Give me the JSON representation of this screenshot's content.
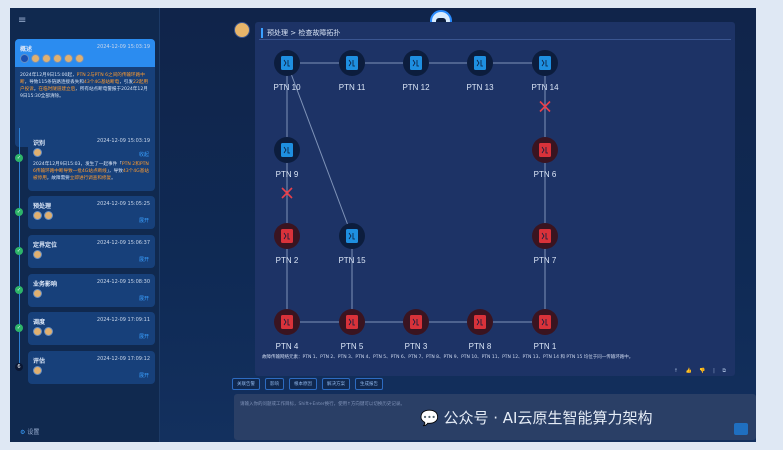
{
  "sidebar": {
    "menu_icon": "hamburger-icon",
    "overview": {
      "title": "概述",
      "time": "2024-12-09 15:03:19",
      "text": [
        "2024年12月9日15:00起，",
        "PTN 2与PTN 6之间的传输环路中断",
        "，导致115条链路连接丢失和",
        "43个4G基站断电",
        "，引发",
        "22起用户投诉",
        "。",
        "在临时隧道建立后",
        "，所有站点断电警报于2024年12月9日15:30全部清除。"
      ]
    },
    "steps": [
      {
        "title": "识别",
        "time": "2024-12-09 15:03:19",
        "action": "收起",
        "text": [
          "2024年12月9日15:03，发生了一起事件「",
          "PTN 2和PTN 6传输环路中断导致一批4G站点断线",
          "」，导致",
          "43个4G基站被停用",
          "，故障需要",
          "立即进行调查和修复",
          "。"
        ]
      },
      {
        "title": "预处理",
        "time": "2024-12-09 15:05:25",
        "action": "展开"
      },
      {
        "title": "定界定位",
        "time": "2024-12-09 15:06:37",
        "action": "展开"
      },
      {
        "title": "业务影响",
        "time": "2024-12-09 15:08:30",
        "action": "展开"
      },
      {
        "title": "调度",
        "time": "2024-12-09 17:09:11",
        "action": "展开"
      },
      {
        "title": "评估",
        "time": "2024-12-09 17:09:12",
        "action": "展开",
        "step_number": "6"
      }
    ],
    "footer": "设置"
  },
  "panel": {
    "breadcrumb": "预处理 > 检查故障拓扑",
    "nodes": [
      {
        "id": "PTN 10",
        "status": "normal"
      },
      {
        "id": "PTN 11",
        "status": "normal"
      },
      {
        "id": "PTN 12",
        "status": "normal"
      },
      {
        "id": "PTN 13",
        "status": "normal"
      },
      {
        "id": "PTN 14",
        "status": "normal"
      },
      {
        "id": "PTN 9",
        "status": "normal"
      },
      {
        "id": "PTN 6",
        "status": "fault"
      },
      {
        "id": "PTN 2",
        "status": "fault"
      },
      {
        "id": "PTN 15",
        "status": "normal"
      },
      {
        "id": "PTN 7",
        "status": "fault"
      },
      {
        "id": "PTN 4",
        "status": "fault"
      },
      {
        "id": "PTN 5",
        "status": "fault"
      },
      {
        "id": "PTN 3",
        "status": "fault"
      },
      {
        "id": "PTN 8",
        "status": "fault"
      },
      {
        "id": "PTN 1",
        "status": "fault"
      }
    ],
    "links": [
      [
        "PTN 10",
        "PTN 11"
      ],
      [
        "PTN 11",
        "PTN 12"
      ],
      [
        "PTN 12",
        "PTN 13"
      ],
      [
        "PTN 13",
        "PTN 14"
      ],
      [
        "PTN 10",
        "PTN 9"
      ],
      [
        "PTN 14",
        "PTN 6",
        "broken"
      ],
      [
        "PTN 9",
        "PTN 2",
        "broken"
      ],
      [
        "PTN 10",
        "PTN 15"
      ],
      [
        "PTN 2",
        "PTN 4"
      ],
      [
        "PTN 15",
        "PTN 5"
      ],
      [
        "PTN 6",
        "PTN 7"
      ],
      [
        "PTN 7",
        "PTN 1"
      ],
      [
        "PTN 4",
        "PTN 5"
      ],
      [
        "PTN 5",
        "PTN 3"
      ],
      [
        "PTN 3",
        "PTN 8"
      ],
      [
        "PTN 8",
        "PTN 1"
      ]
    ],
    "colors": {
      "normal": "#1e8fe0",
      "fault": "#d9323a",
      "broken": "#e8404a"
    },
    "note": "故障传输网络元素：PTN 1、PTN 2、PTN 3、PTN 4、PTN 5、PTN 6、PTN 7、PTN 8、PTN 9、PTN 10、PTN 11、PTN 12、PTN 13、PTN 14 和 PTN 15 均位于同一传输环路中。",
    "feedback": "↑ 👍 👎 | ⧉"
  },
  "quick_buttons": [
    "关联告警",
    "影响",
    "根本原因",
    "解决方案",
    "生成报告"
  ],
  "input": {
    "placeholder": "请输入你的问题或工作目标，Shift+Enter换行，使用↑方向键可以切换历史记录。"
  },
  "watermark": "公众号 · AI云原生智能算力架构"
}
